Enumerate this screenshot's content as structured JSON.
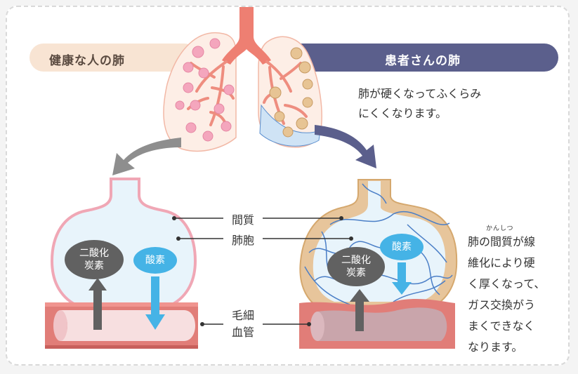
{
  "header": {
    "healthy_title": "健康な人の肺",
    "patient_title": "患者さんの肺"
  },
  "notes": {
    "stiff_line1": "肺が硬くなってふくらみ",
    "stiff_line2": "にくくなります。",
    "ruby": "かんしつ",
    "fibrosis_lines": [
      "肺の間質が線",
      "維化により硬",
      "く厚くなって、",
      "ガス交換がう",
      "まくできなく",
      "なります。"
    ]
  },
  "labels": {
    "interstitium": "間質",
    "alveolus": "肺胞",
    "capillary_line1": "毛細",
    "capillary_line2": "血管"
  },
  "gas": {
    "co2_line1": "二酸化",
    "co2_line2": "炭素",
    "o2": "酸素"
  },
  "colors": {
    "healthy_pill": "#f8e4d3",
    "patient_pill": "#5b5f8c",
    "alveolus_fill": "#e8f4fb",
    "healthy_wall": "#f0a7b5",
    "fibrotic_wall": "#e7c59b",
    "fibers": "#4b7fc7",
    "vessel": "#e17d78",
    "co2": "#616161",
    "o2": "#45b3e6"
  }
}
